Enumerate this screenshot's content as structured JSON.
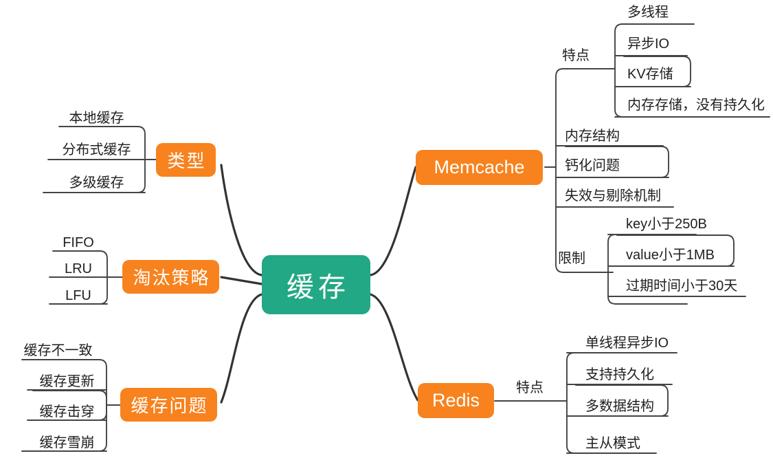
{
  "diagram": {
    "type": "mind-map",
    "title": "缓存",
    "colors": {
      "root": "#22a884",
      "branch": "#f7821e",
      "connector": "#333333",
      "leaf_text": "#1f1f1f",
      "background": "#ffffff"
    }
  },
  "root": {
    "label": "缓存"
  },
  "branches": {
    "type": {
      "label": "类型"
    },
    "eviction": {
      "label": "淘汰策略"
    },
    "problems": {
      "label": "缓存问题"
    },
    "memcache": {
      "label": "Memcache"
    },
    "redis": {
      "label": "Redis"
    }
  },
  "midlabels": {
    "mc_features": "特点",
    "mc_limits": "限制",
    "redis_features": "特点"
  },
  "leaves": {
    "type": [
      "本地缓存",
      "分布式缓存",
      "多级缓存"
    ],
    "eviction": [
      "FIFO",
      "LRU",
      "LFU"
    ],
    "problems": [
      "缓存不一致",
      "缓存更新",
      "缓存击穿",
      "缓存雪崩"
    ],
    "memcache_features": [
      "多线程",
      "异步IO",
      "KV存储",
      "内存存储，没有持久化"
    ],
    "memcache_direct": [
      "内存结构",
      "钙化问题",
      "失效与剔除机制"
    ],
    "memcache_limits": [
      "key小于250B",
      "value小于1MB",
      "过期时间小于30天"
    ],
    "redis_features": [
      "单线程异步IO",
      "支持持久化",
      "多数据结构",
      "主从模式"
    ]
  }
}
